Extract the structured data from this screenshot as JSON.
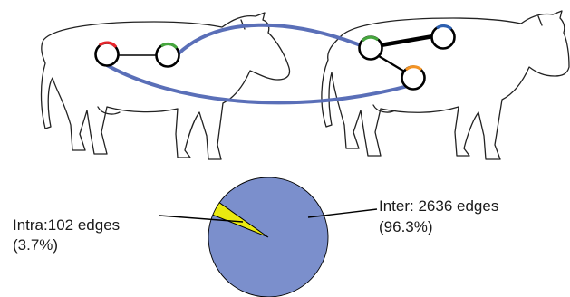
{
  "colors": {
    "inter_edge": "#5a6fb8",
    "intra_edge": "#000000",
    "pie_inter": "#7b8fcc",
    "pie_intra": "#eaea10",
    "node_red": "#e8252b",
    "node_green": "#46a63e",
    "node_blue": "#2c5fb0",
    "node_orange": "#f39324"
  },
  "icons": {
    "host_animal": "cow-outline-icon"
  },
  "chart_data": {
    "type": "pie",
    "slices": [
      {
        "label": "Intra",
        "value": 102,
        "percent": 3.7
      },
      {
        "label": "Inter",
        "value": 2636,
        "percent": 96.3
      }
    ]
  },
  "labels": {
    "intra_edges": "Intra:102 edges",
    "intra_pct": "(3.7%)",
    "inter_edges": "Inter: 2636 edges",
    "inter_pct": "(96.3%)"
  }
}
